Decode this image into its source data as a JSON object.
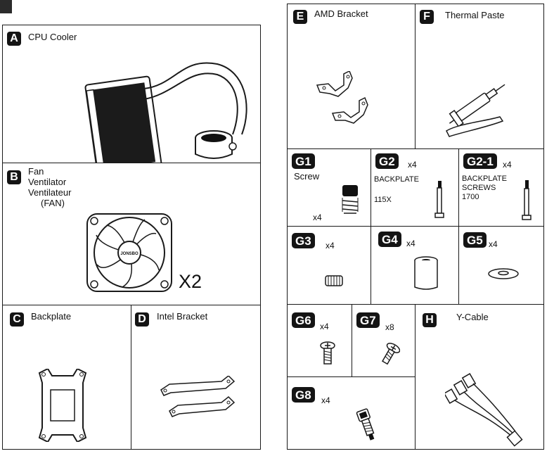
{
  "items": {
    "A": {
      "code": "A",
      "label": "CPU Cooler"
    },
    "B": {
      "code": "B",
      "label_lines": [
        "Fan",
        "Ventilator",
        "Ventilateur",
        "(FAN)"
      ],
      "multiplier": "X2"
    },
    "C": {
      "code": "C",
      "label": "Backplate"
    },
    "D": {
      "code": "D",
      "label": "Intel Bracket"
    },
    "E": {
      "code": "E",
      "label": "AMD Bracket"
    },
    "F": {
      "code": "F",
      "label": "Thermal Paste"
    },
    "G1": {
      "code": "G1",
      "label": "Screw",
      "qty": "x4"
    },
    "G2": {
      "code": "G2",
      "label": "BACKPLATE",
      "sub": "115X",
      "qty": "x4"
    },
    "G2_1": {
      "code": "G2-1",
      "label_lines": [
        "BACKPLATE",
        "SCREWS",
        "1700"
      ],
      "qty": "x4"
    },
    "G3": {
      "code": "G3",
      "qty": "x4"
    },
    "G4": {
      "code": "G4",
      "qty": "x4"
    },
    "G5": {
      "code": "G5",
      "qty": "x4"
    },
    "G6": {
      "code": "G6",
      "qty": "x4"
    },
    "G7": {
      "code": "G7",
      "qty": "x8"
    },
    "G8": {
      "code": "G8",
      "qty": "x4"
    },
    "H": {
      "code": "H",
      "label": "Y-Cable"
    }
  },
  "fan_brand": "JONSBO",
  "colors": {
    "badge": "#141414",
    "line": "#1a1a1a",
    "background": "#ffffff"
  }
}
